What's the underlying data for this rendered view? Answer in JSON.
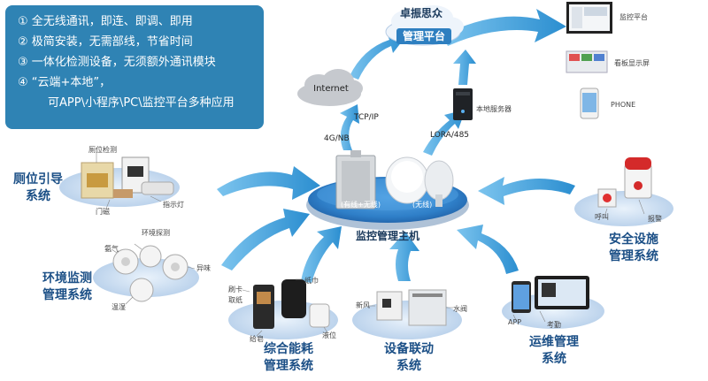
{
  "features": [
    "① 全无线通讯，即连、即调、即用",
    "② 极简安装，无需部线，节省时间",
    "③ 一体化检测设备，无须额外通讯模块",
    "④ “云端+本地”，",
    "可APP\\小程序\\PC\\监控平台多种应用"
  ],
  "cloud_platform": {
    "title": "卓振思众",
    "label": "管理平台"
  },
  "internet": "Internet",
  "protocol_tcp": "TCP/IP",
  "protocol_4g": "4G/NB",
  "protocol_lora": "LORA/485",
  "local_server": "本地服务器",
  "clients": [
    {
      "label": "监控平台"
    },
    {
      "label": "看板显示屏"
    },
    {
      "label": "PHONE"
    }
  ],
  "host": {
    "title": "监控管理主机",
    "wired": "(有线+无线)",
    "wireless": "(无线)"
  },
  "modules": [
    {
      "title": "厕位引导",
      "subtitle": "系统",
      "device_labels": [
        "厕位检测",
        "门磁",
        "指示灯"
      ]
    },
    {
      "title": "环境监测",
      "subtitle": "管理系统",
      "device_labels": [
        "环境探测",
        "异味",
        "氨气",
        "温湿"
      ]
    },
    {
      "title": "综合能耗",
      "subtitle": "管理系统",
      "device_labels": [
        "纸巾",
        "刷卡",
        "取纸",
        "给皂",
        "液位"
      ]
    },
    {
      "title": "设备联动",
      "subtitle": "系统",
      "device_labels": [
        "新风",
        "水阀"
      ]
    },
    {
      "title": "运维管理",
      "subtitle": "系统",
      "device_labels": [
        "APP",
        "考勤"
      ]
    },
    {
      "title": "安全设施",
      "subtitle": "管理系统",
      "device_labels": [
        "呼叫",
        "报警"
      ]
    }
  ],
  "colors": {
    "accent": "#2f83b4",
    "arrow": "#3aa0d8",
    "plate": "#2f7fc8",
    "text": "#1b4f86"
  }
}
